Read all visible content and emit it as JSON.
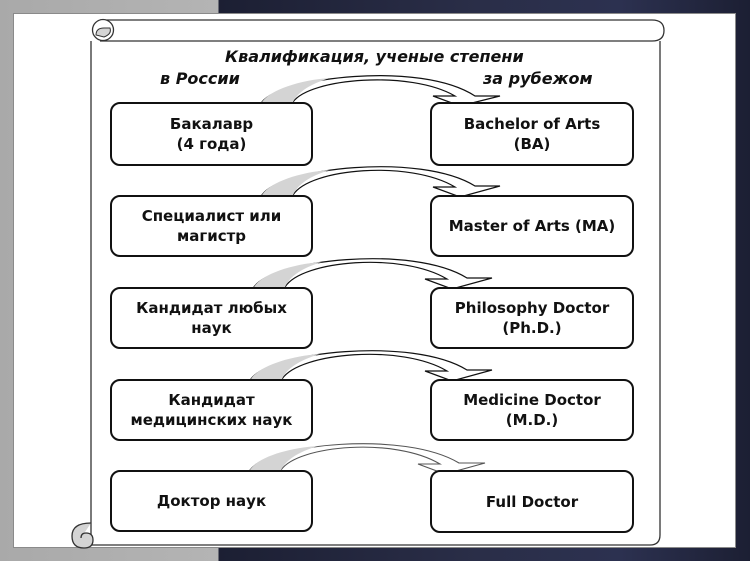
{
  "diagram": {
    "title": "Квалификация, ученые степени",
    "left_heading": "в России",
    "right_heading": "за рубежом",
    "rows": [
      {
        "russia": [
          "Бакалавр",
          "(4 года)"
        ],
        "abroad": [
          "Bachelor of Arts",
          "(BA)"
        ]
      },
      {
        "russia": [
          "Специалист или",
          "магистр"
        ],
        "abroad": [
          "Master of Arts (MA)"
        ]
      },
      {
        "russia": [
          "Кандидат любых",
          "наук"
        ],
        "abroad": [
          "Philosophy Doctor",
          "(Ph.D.)"
        ]
      },
      {
        "russia": [
          "Кандидат",
          "медицинских наук"
        ],
        "abroad": [
          "Medicine Doctor",
          "(M.D.)"
        ]
      },
      {
        "russia": [
          "Доктор наук"
        ],
        "abroad": [
          "Full Doctor"
        ]
      }
    ],
    "connector": "curved-arrow",
    "colors": {
      "arrow_fill": "#d4d4d4",
      "stroke": "#111111",
      "slide_bg": "#ffffff",
      "outer_left": "#b0b0b0",
      "outer_right": "#232740"
    }
  }
}
